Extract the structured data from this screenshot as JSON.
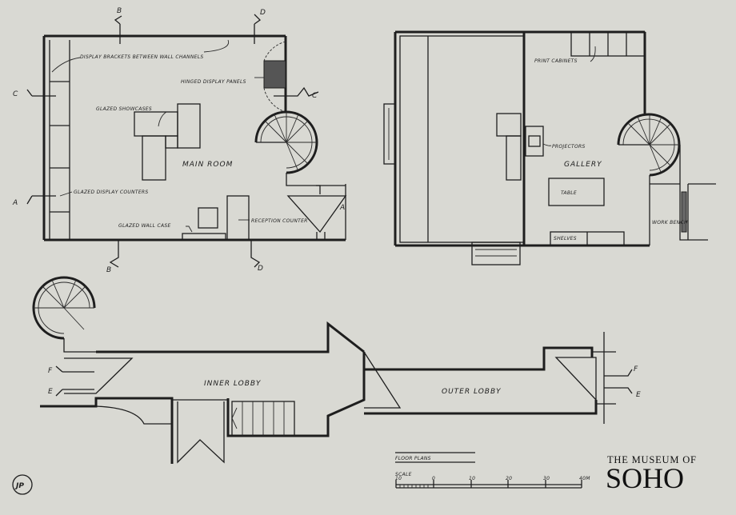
{
  "main_room": {
    "title": "MAIN ROOM",
    "labels": {
      "display_brackets": "DISPLAY BRACKETS BETWEEN WALL CHANNELS",
      "hinged_panels": "HINGED DISPLAY PANELS",
      "glazed_showcases": "GLAZED SHOWCASES",
      "glazed_counters": "GLAZED DISPLAY COUNTERS",
      "glazed_wall_case": "GLAZED WALL CASE",
      "reception_counter": "RECEPTION COUNTER"
    }
  },
  "gallery": {
    "title": "GALLERY",
    "labels": {
      "print_cabinets": "PRINT CABINETS",
      "projectors": "PROJECTORS",
      "table": "TABLE",
      "shelves": "SHELVES",
      "work_bench": "WORK BENCH"
    }
  },
  "lobbies": {
    "inner": "INNER LOBBY",
    "outer": "OUTER LOBBY"
  },
  "section_markers": {
    "a": "A",
    "b": "B",
    "c": "C",
    "d": "D",
    "e": "E",
    "f": "F"
  },
  "title_block": {
    "heading": "FLOOR PLANS",
    "scale_label": "SCALE",
    "scale_ticks": [
      "10",
      "0",
      "10",
      "20",
      "30",
      "40M"
    ],
    "museum_line1": "THE MUSEUM OF",
    "museum_line2": "SOHO",
    "monogram": "JP"
  },
  "colors": {
    "paper": "#d9d9d3",
    "ink": "#1e1e1e"
  }
}
